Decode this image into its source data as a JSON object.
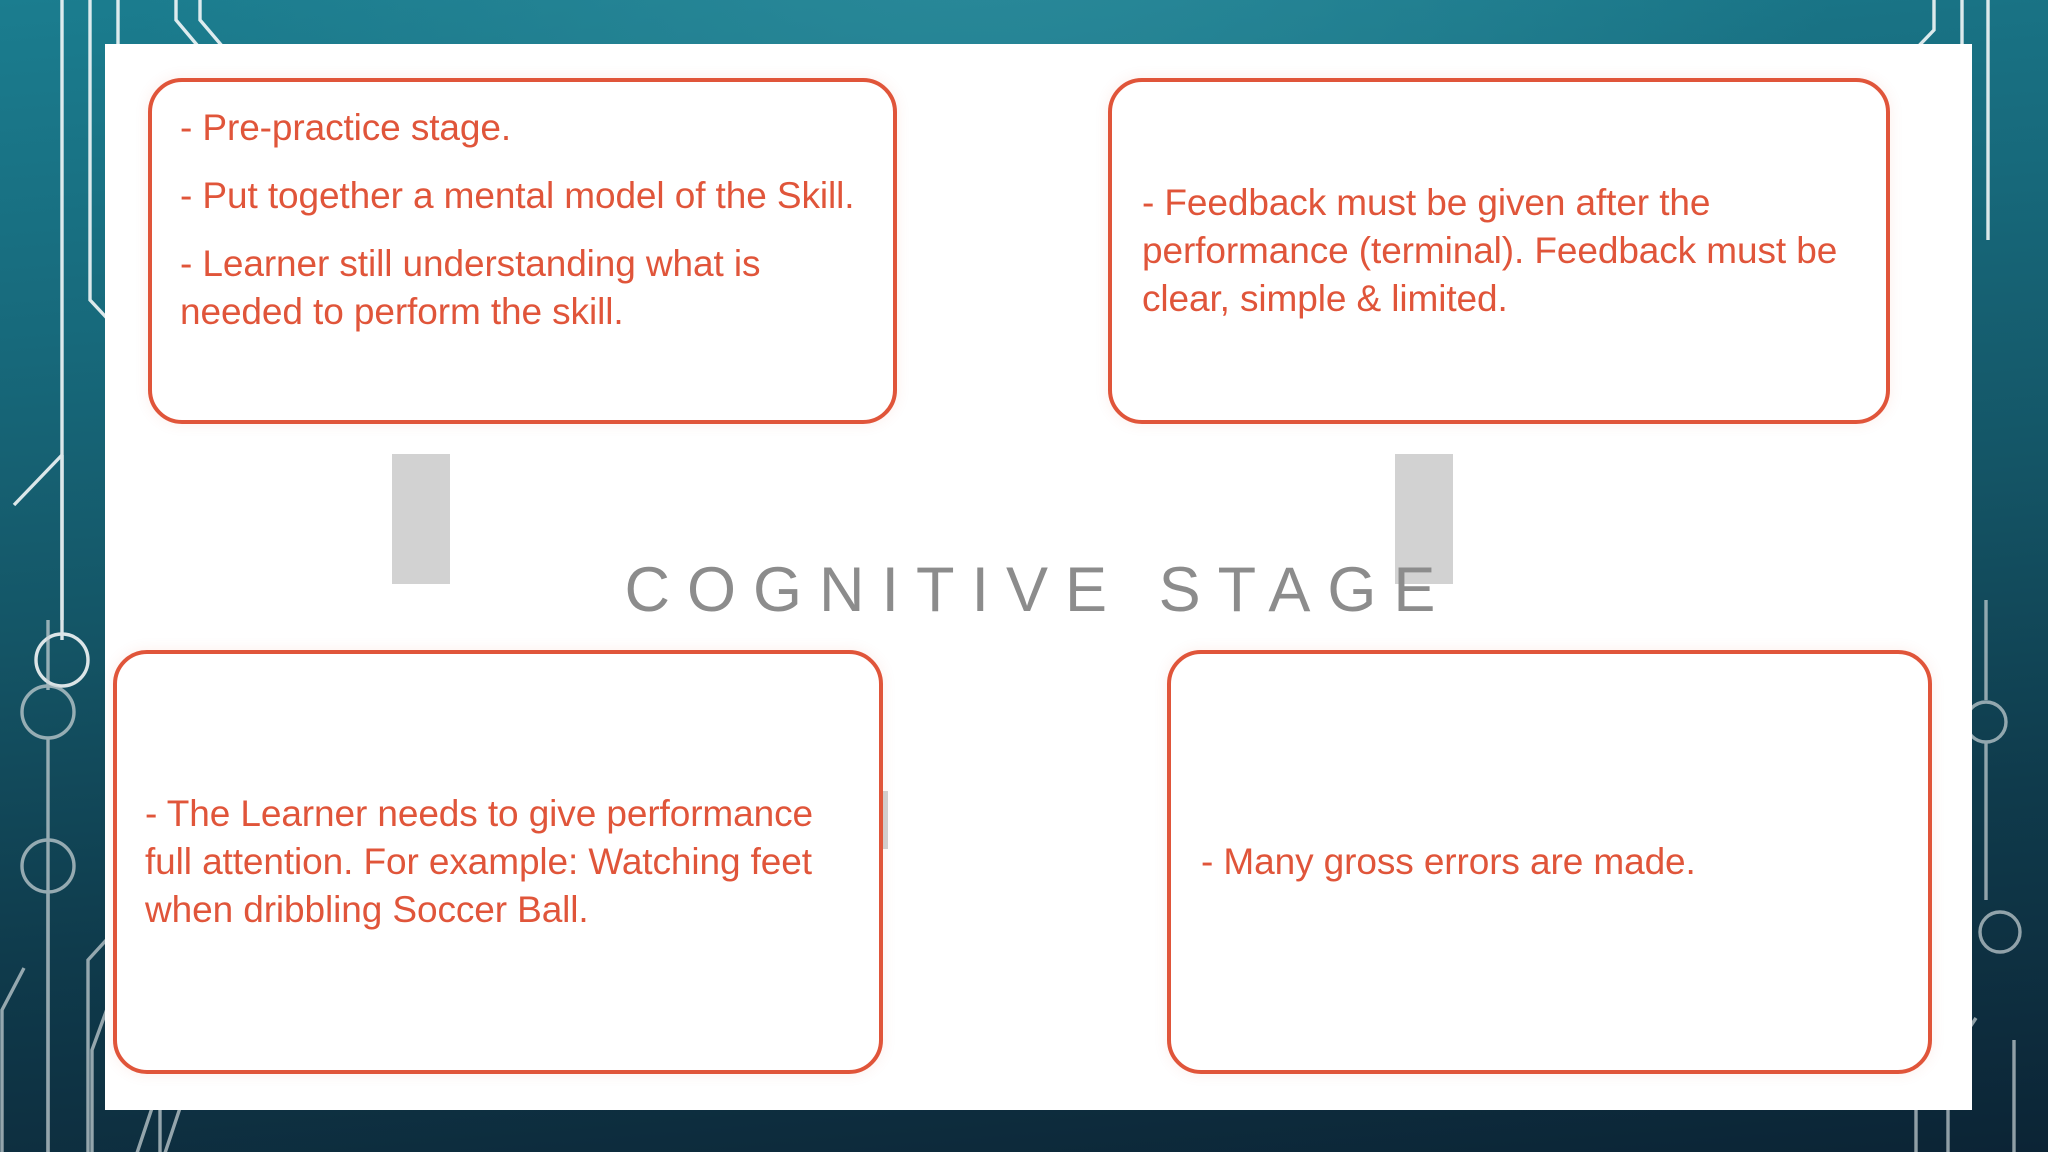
{
  "slide": {
    "stage_title": "COGNITIVE STAGE",
    "background_color_top": "#1b7d8f",
    "background_color_bottom": "#0c2435",
    "card_color": "#FFFFFF",
    "accent_color": "#E0553A",
    "title_color": "#8C8C8C",
    "connector_color": "#D2D2D2"
  },
  "nodes": {
    "pre_practice": {
      "lines": [
        "- Pre-practice stage.",
        "- Put together a mental model of the Skill.",
        "- Learner still understanding what is needed to perform the skill."
      ]
    },
    "feedback": {
      "text": "- Feedback must be given after the performance (terminal). Feedback must be clear, simple & limited."
    },
    "attention": {
      "text": "- The Learner needs to give performance full attention. For example: Watching feet when dribbling Soccer Ball."
    },
    "errors": {
      "text": "- Many gross errors are made."
    }
  }
}
